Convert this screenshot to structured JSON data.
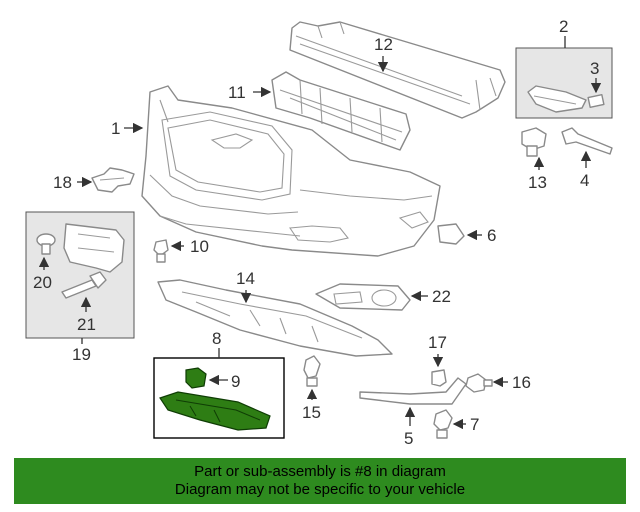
{
  "callouts": {
    "n1": "1",
    "n2": "2",
    "n3": "3",
    "n4": "4",
    "n5": "5",
    "n6": "6",
    "n7": "7",
    "n8": "8",
    "n9": "9",
    "n10": "10",
    "n11": "11",
    "n12": "12",
    "n13": "13",
    "n14": "14",
    "n15": "15",
    "n16": "16",
    "n17": "17",
    "n18": "18",
    "n19": "19",
    "n20": "20",
    "n21": "21",
    "n22": "22"
  },
  "banner": {
    "line1": "Part or sub-assembly is #8 in diagram",
    "line2": "Diagram may not be specific to your vehicle"
  },
  "colors": {
    "highlight": "#2e7d14",
    "banner_bg": "#2e8b1f"
  }
}
